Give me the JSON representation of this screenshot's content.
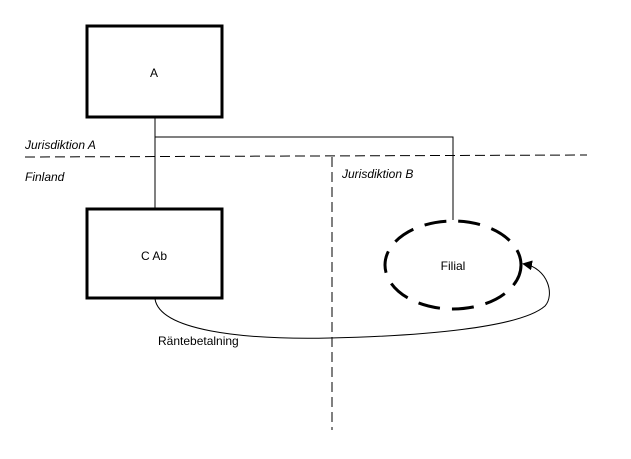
{
  "diagram": {
    "nodes": {
      "a": {
        "label": "A",
        "shape": "rectangle"
      },
      "c_ab": {
        "label": "C Ab",
        "shape": "rectangle"
      },
      "filial": {
        "label": "Filial",
        "shape": "dashed-ellipse"
      }
    },
    "regions": {
      "jurisdiktion_a": "Jurisdiktion A",
      "finland": "Finland",
      "jurisdiktion_b": "Jurisdiktion B"
    },
    "edges": {
      "a_to_c_ab": {
        "from": "A",
        "to": "C Ab",
        "type": "ownership-line"
      },
      "a_to_filial": {
        "from": "A",
        "to": "Filial",
        "type": "ownership-line"
      },
      "interest_payment": {
        "from": "C Ab",
        "to": "Filial",
        "label": "Räntebetalning",
        "type": "arrow"
      }
    }
  }
}
